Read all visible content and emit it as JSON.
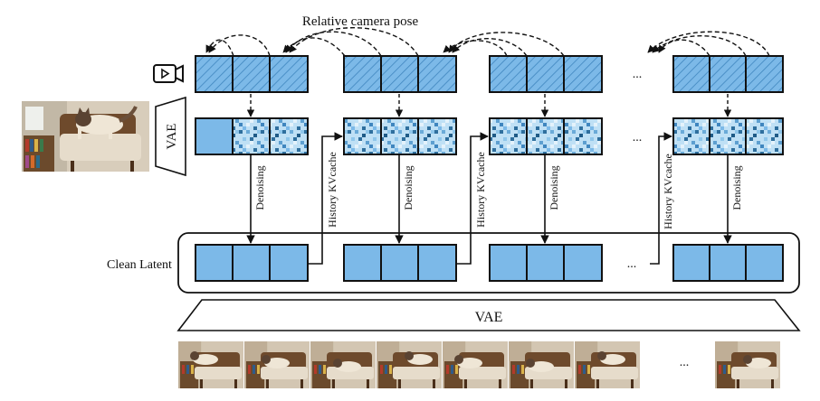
{
  "header": {
    "camera_pose_label": "Relative camera pose"
  },
  "encoder": {
    "label": "VAE"
  },
  "latent": {
    "row_label": "Clean Latent"
  },
  "edges": {
    "denoising": "Denoising",
    "history": "History KVcache"
  },
  "decoder": {
    "label": "VAE"
  },
  "ellipsis": "...",
  "icons": {
    "camera": "video-camera-icon",
    "input_image": "cat-on-armchair-photo"
  },
  "colors": {
    "block_fill": "#7cb9e8",
    "block_light": "#9fcdef",
    "noise_dark": "#2f6f9e",
    "stroke": "#111111"
  },
  "groups": [
    {
      "id": 1,
      "first_frame_clean": true
    },
    {
      "id": 2,
      "first_frame_clean": false
    },
    {
      "id": 3,
      "first_frame_clean": false
    },
    {
      "id": 4,
      "first_frame_clean": false
    }
  ],
  "output_frames": {
    "count_shown": 8
  }
}
